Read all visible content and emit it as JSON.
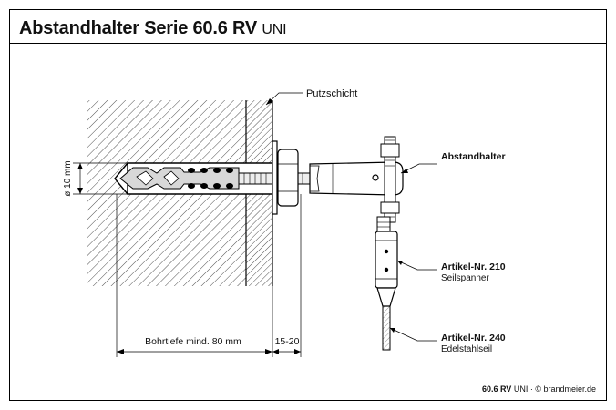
{
  "title": {
    "main": "Abstandhalter Serie 60.6 RV",
    "suffix": "UNI"
  },
  "labels": {
    "putzschicht": "Putzschicht",
    "abstandhalter": "Abstandhalter",
    "artikel_210": "Artikel-Nr. 210",
    "seilspanner": "Seilspanner",
    "artikel_240": "Artikel-Nr. 240",
    "edelstahlseil": "Edelstahlseil"
  },
  "dimensions": {
    "diameter": "ø 10 mm",
    "bohrtiefe": "Bohrtiefe mind. 80 mm",
    "offset": "15-20"
  },
  "footer": {
    "model": "60.6 RV",
    "rest": "UNI · © brandmeier.de"
  }
}
